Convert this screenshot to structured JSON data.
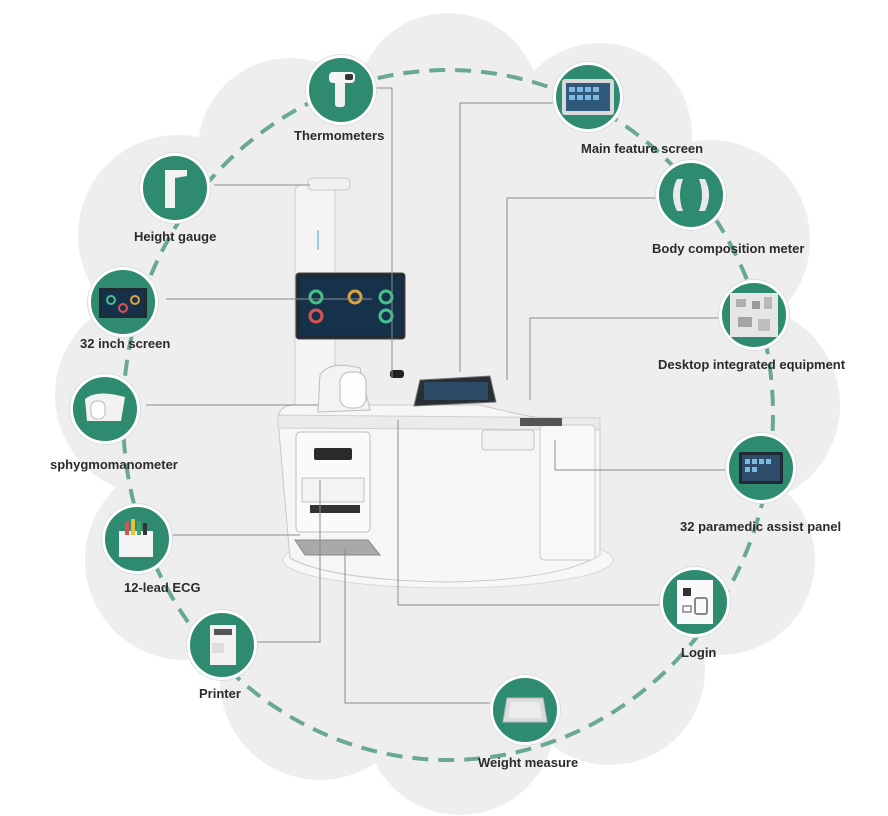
{
  "colors": {
    "teal": "#2f8b6f",
    "dash": "#6aa896",
    "blob": "#eeeeee",
    "leader": "#8c8c8c"
  },
  "components": [
    {
      "key": "thermometers",
      "label": "Thermometers",
      "icon": "thermometer-icon"
    },
    {
      "key": "main_feature_screen",
      "label": "Main feature screen",
      "icon": "tablet-screen-icon"
    },
    {
      "key": "body_composition_meter",
      "label": "Body composition meter",
      "icon": "hand-grips-icon"
    },
    {
      "key": "desktop_integrated_equipment",
      "label": "Desktop integrated equipment",
      "icon": "circuit-board-icon"
    },
    {
      "key": "paramedic_panel",
      "label": "32 paramedic assist panel",
      "icon": "panel-screen-icon"
    },
    {
      "key": "login",
      "label": "Login",
      "icon": "card-reader-icon"
    },
    {
      "key": "weight_measure",
      "label": "Weight measure",
      "icon": "scale-plate-icon"
    },
    {
      "key": "printer",
      "label": "Printer",
      "icon": "printer-icon"
    },
    {
      "key": "ecg",
      "label": "12-lead ECG",
      "icon": "ecg-device-icon"
    },
    {
      "key": "sphygmomanometer",
      "label": "sphygmomanometer",
      "icon": "blood-pressure-cuff-icon"
    },
    {
      "key": "inch_screen",
      "label": "32 inch screen",
      "icon": "monitor-icon"
    },
    {
      "key": "height_gauge",
      "label": "Height gauge",
      "icon": "height-rod-icon"
    }
  ]
}
